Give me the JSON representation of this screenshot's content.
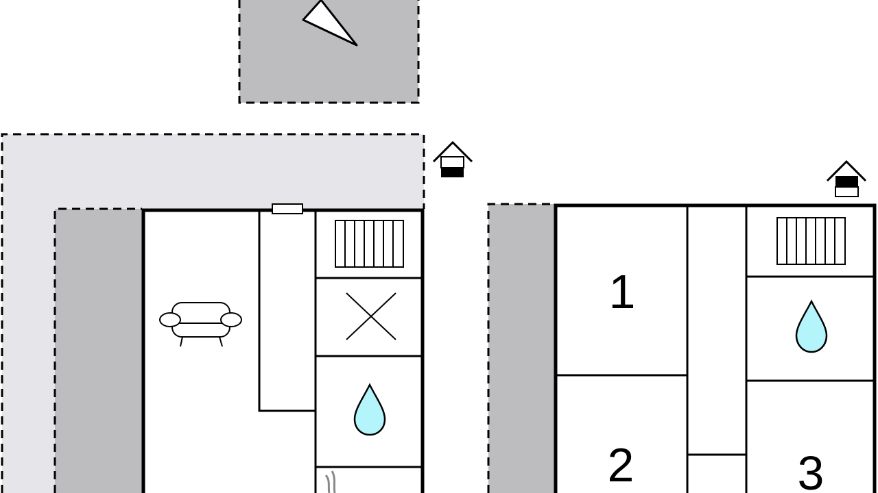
{
  "room_labels": {
    "room1": "1",
    "room2": "2",
    "room3": "3"
  },
  "colors": {
    "terrace_dark": "#bdbdbf",
    "terrace_light": "#e6e6ea",
    "water": "#b3f5fb",
    "wall": "#000000"
  },
  "icons": [
    "compass-arrow-icon",
    "entrance-house-icon",
    "radiator-icon",
    "kitchen-x-icon",
    "water-drop-icon",
    "sofa-icon",
    "sauna-steam-icon"
  ]
}
